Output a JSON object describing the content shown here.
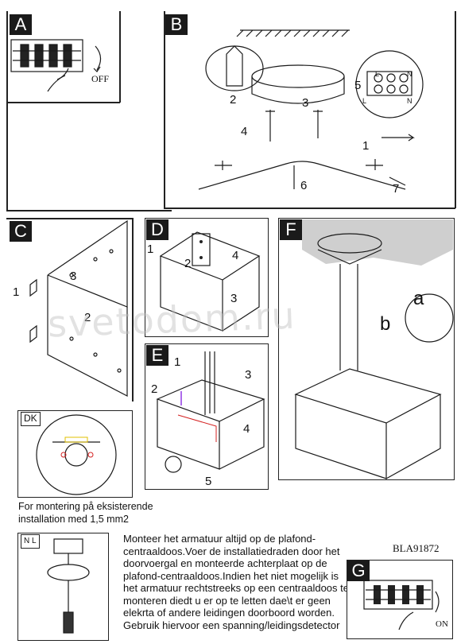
{
  "panels": {
    "A": {
      "letter": "A",
      "label": "OFF"
    },
    "B": {
      "letter": "B",
      "steps": [
        "1",
        "2",
        "3",
        "4",
        "5",
        "6",
        "7"
      ],
      "terminals": [
        "L",
        "N",
        "L",
        "N"
      ]
    },
    "C": {
      "letter": "C",
      "steps": [
        "1",
        "2",
        "3"
      ]
    },
    "D": {
      "letter": "D",
      "steps": [
        "1",
        "2",
        "3",
        "4"
      ]
    },
    "E": {
      "letter": "E",
      "steps": [
        "1",
        "2",
        "3",
        "4",
        "5"
      ]
    },
    "F": {
      "letter": "F",
      "labels": [
        "a",
        "b"
      ]
    },
    "G": {
      "letter": "G",
      "label": "ON"
    },
    "DK": {
      "tag": "DK",
      "caption": "For montering på eksisterende installation med 1,5 mm2"
    },
    "NL": {
      "tag": "N L",
      "paragraph": "Monteer het armatuur altijd op de plafond-centraaldoos.Voer de installatiedraden door het doorvoergal en monteerde achterplaat op de plafond-centraaldoos.Indien het niet mogelijk is het armatuur rechtstreeks op een centraaldoos te monteren diedt u er op te letten dae\\t er geen elekrta of andere leidingen doorboord worden. Gebruik hiervoor een spanning/leidingsdetector"
    }
  },
  "model_code": "BLA91872",
  "watermark": "svetodom.ru",
  "colors": {
    "ink": "#1a1a1a",
    "accent_red": "#d42020",
    "accent_purple": "#8a2be2",
    "accent_yellow": "#e0c000"
  }
}
